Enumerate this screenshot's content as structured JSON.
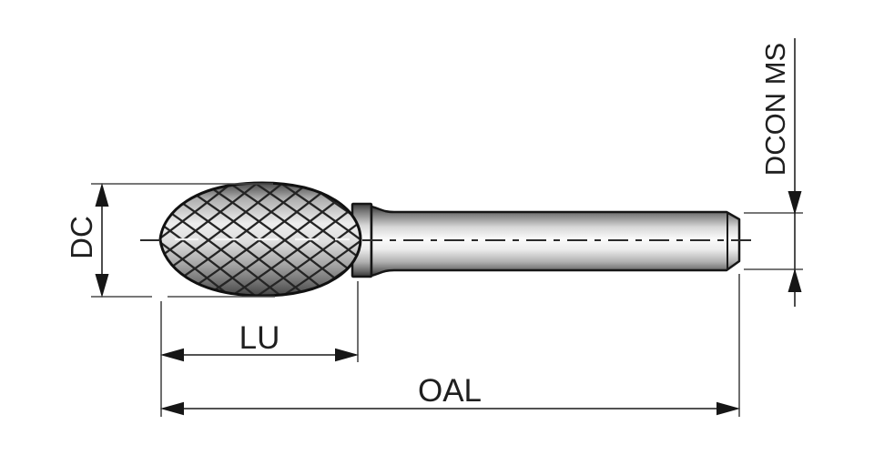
{
  "drawing": {
    "subject": "egg-shaped rotary burr with cylindrical shank",
    "background_color": "#ffffff",
    "outline_color": "#1a1a1a",
    "dimension_line_color": "#4a4a4a",
    "metal_highlight_color": "#f7f7f7",
    "metal_shadow_color": "#3a3a3a",
    "labels": {
      "dc": "DC",
      "lu": "LU",
      "oal": "OAL",
      "dcon": "DCON MS"
    }
  }
}
